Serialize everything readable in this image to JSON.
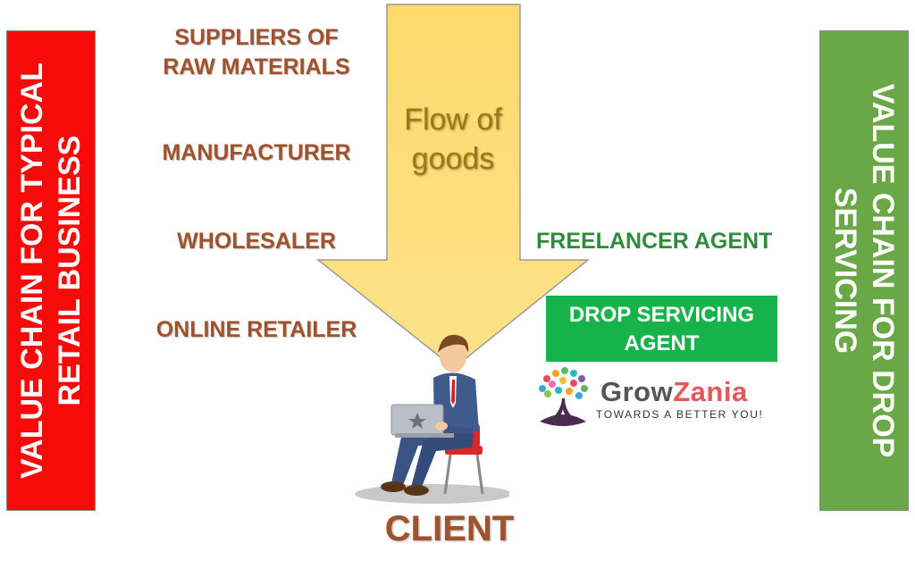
{
  "banners": {
    "left": "VALUE CHAIN FOR TYPICAL RETAIL BUSINESS",
    "right": "VALUE CHAIN FOR DROP SERVICING"
  },
  "arrow": {
    "label": "Flow of goods"
  },
  "retail_chain": [
    "SUPPLIERS OF RAW MATERIALS",
    "MANUFACTURER",
    "WHOLESALER",
    "ONLINE RETAILER"
  ],
  "drop_chain": [
    "FREELANCER AGENT",
    "DROP SERVICING AGENT"
  ],
  "client_label": "CLIENT",
  "logo": {
    "name_part1": "Grow",
    "name_part2": "Zania",
    "tagline": "TOWARDS A BETTER YOU!"
  },
  "colors": {
    "left_banner": "#f70a0a",
    "right_banner": "#6aa847",
    "arrow_fill": "#fdd96b",
    "brown_text": "#a0522d",
    "green_text": "#2e8b3a",
    "agent_box": "#16b24a"
  }
}
